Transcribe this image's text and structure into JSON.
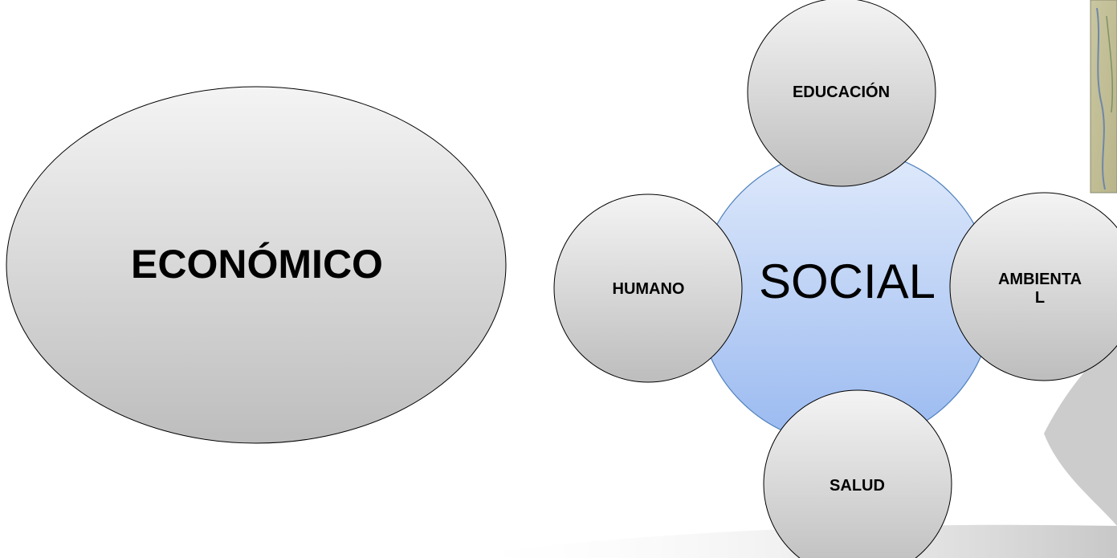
{
  "diagram": {
    "economico": {
      "label": "ECONÓMICO"
    },
    "social": {
      "label": "SOCIAL"
    },
    "satellites": {
      "educacion": {
        "label": "EDUCACIÓN"
      },
      "humano": {
        "label": "HUMANO"
      },
      "ambiental": {
        "label": "AMBIENTA\nL"
      },
      "salud": {
        "label": "SALUD"
      }
    }
  },
  "colors": {
    "gray_node_light": "#f2f2f2",
    "gray_node_dark": "#bfbfbf",
    "social_light": "#dbe7fb",
    "social_dark": "#9dbcf2",
    "social_outline": "#4f81bd",
    "outline": "#000000"
  }
}
